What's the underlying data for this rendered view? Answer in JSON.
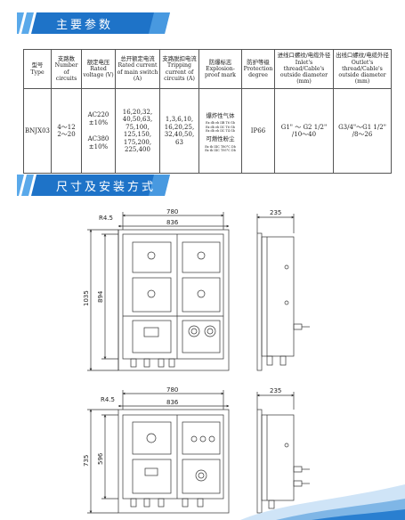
{
  "sections": {
    "main_params": "主要参数",
    "dimensions": "尺寸及安装方式"
  },
  "table": {
    "headers": [
      {
        "zh": "型号",
        "en": "Type"
      },
      {
        "zh": "支路数",
        "en": "Number of circuits"
      },
      {
        "zh": "额定电压",
        "en": "Rated voltage (V)"
      },
      {
        "zh": "总开额定电流",
        "en": "Rated current of main switch (A)"
      },
      {
        "zh": "支路脱扣电流",
        "en": "Tripping current of circuits (A)"
      },
      {
        "zh": "防爆标志",
        "en": "Explosion-proof mark"
      },
      {
        "zh": "防护等级",
        "en": "Protection degree"
      },
      {
        "zh": "进线口螺纹/电缆外径",
        "en": "Inlet's thread/Cable's outside diameter (mm)"
      },
      {
        "zh": "出线口螺纹/电缆外径",
        "en": "Outlet's thread/Cable's outside diameter (mm)"
      }
    ],
    "row": {
      "type": "BNJX03",
      "circuits_1": "4～12",
      "circuits_2": "2～20",
      "voltage_1a": "AC220",
      "voltage_1b": "±10%",
      "voltage_2a": "AC380",
      "voltage_2b": "±10%",
      "main_current_1": "16,20,32,",
      "main_current_2": "40,50,63,",
      "main_current_3": "75,100,",
      "main_current_4": "125,150,",
      "main_current_5": "175,200,",
      "main_current_6": "225,400",
      "trip_current_1": "1,3,6,10,",
      "trip_current_2": "16,20,25,",
      "trip_current_3": "32,40,50,",
      "trip_current_4": "63",
      "mark_gas_zh": "爆炸性气体",
      "mark_gas_1": "Ex db eb IIB T6 Gb",
      "mark_gas_2": "Ex db eb IIC T6 Gb",
      "mark_gas_3": "Ex db eb IIC T4 Gb",
      "mark_dust_zh": "可燃性粉尘",
      "mark_dust_1": "Ex tb IIIC T80°C Db",
      "mark_dust_2": "Ex tb IIIC T95°C Db",
      "protection": "IP66",
      "inlet_1": "G1\" ～ G2 1/2\"",
      "inlet_2": "/10～40",
      "outlet_1": "G3/4\"～G1 1/2\"",
      "outlet_2": "/8～26"
    }
  },
  "drawing_top": {
    "width_outer": "780",
    "width_inner": "836",
    "radius": "R4.5",
    "height_outer": "1035",
    "height_inner": "894",
    "depth": "235"
  },
  "drawing_bottom": {
    "width_outer": "780",
    "width_inner": "836",
    "radius": "R4.5",
    "height_outer": "735",
    "height_inner": "596",
    "depth": "235"
  },
  "colors": {
    "banner": "#1e73c8",
    "banner_light": "#5aa9ea",
    "line": "#333333",
    "wave": "#2a7fd0"
  }
}
